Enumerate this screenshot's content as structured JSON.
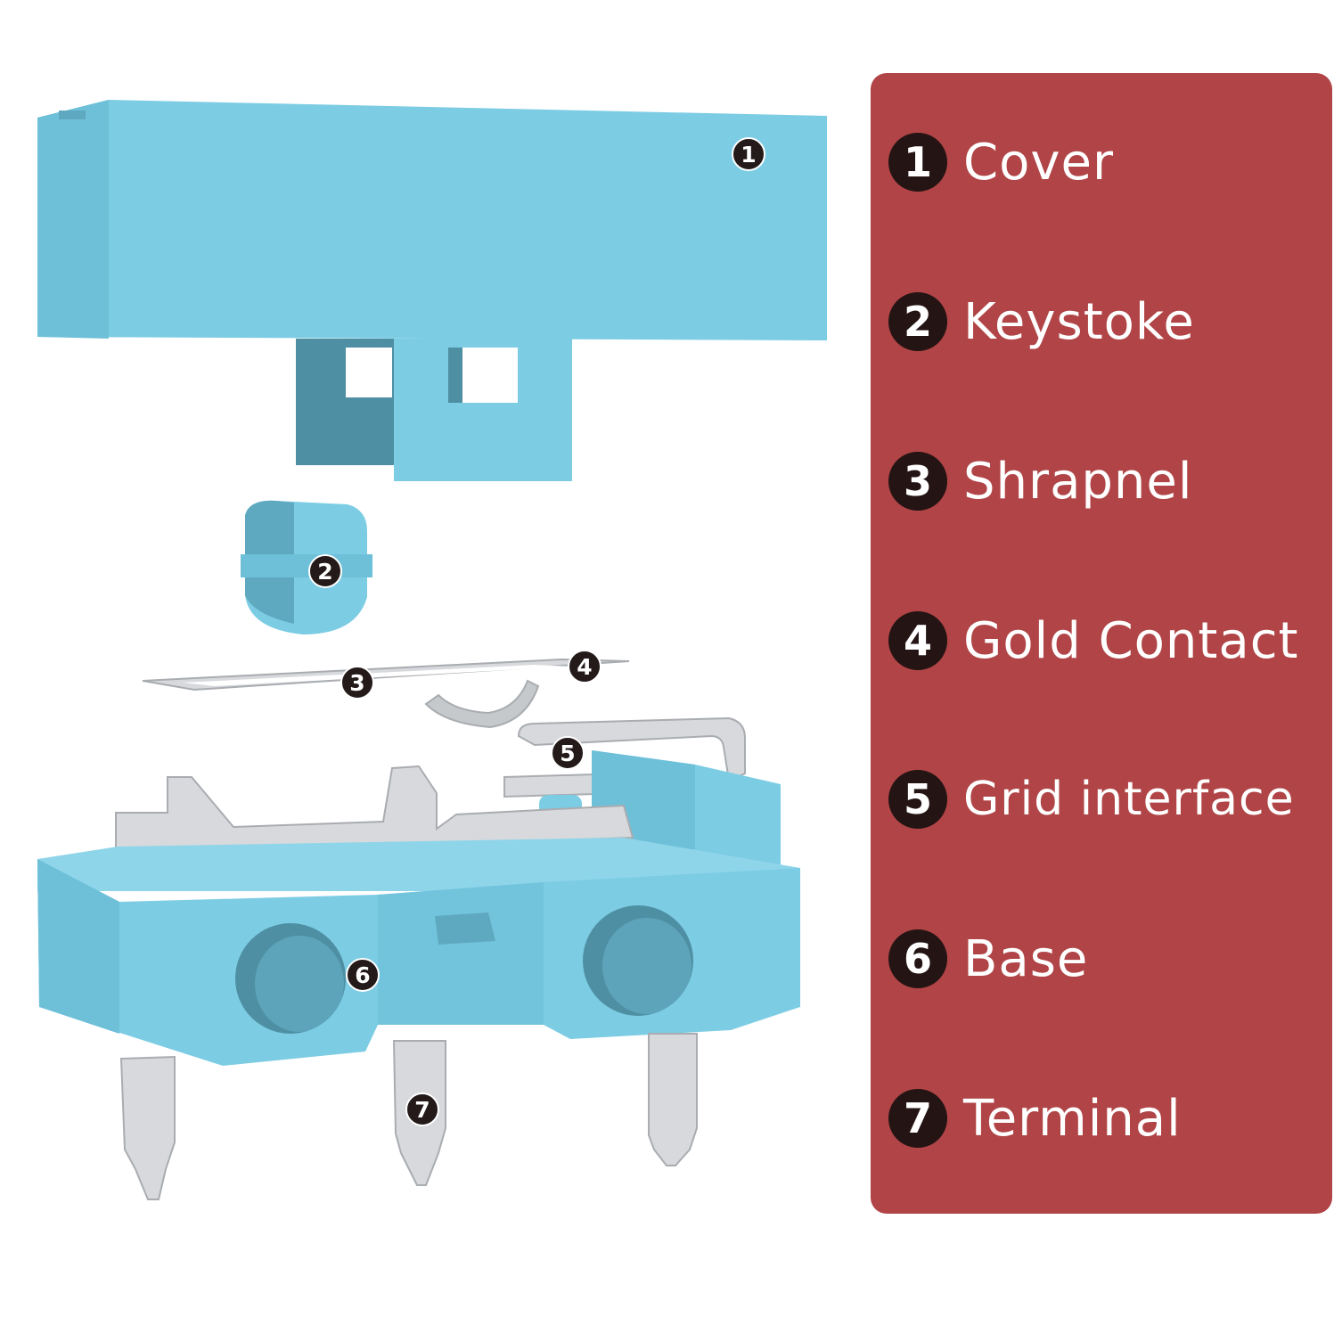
{
  "colors": {
    "part_blue": "#7ccce4",
    "part_blue_dark": "#5fa9c0",
    "part_shadow": "#4e8fa3",
    "metal": "#d7d9dc",
    "metal_dark": "#a9acb0",
    "panel": "#b04446",
    "badge": "#241414"
  },
  "callouts": [
    {
      "num": "1"
    },
    {
      "num": "2"
    },
    {
      "num": "3"
    },
    {
      "num": "4"
    },
    {
      "num": "5"
    },
    {
      "num": "6"
    },
    {
      "num": "7"
    }
  ],
  "legend": {
    "items": [
      {
        "num": "1",
        "label": "Cover"
      },
      {
        "num": "2",
        "label": "Keystoke"
      },
      {
        "num": "3",
        "label": "Shrapnel"
      },
      {
        "num": "4",
        "label": "Gold Contact"
      },
      {
        "num": "5",
        "label": "Grid interface"
      },
      {
        "num": "6",
        "label": "Base"
      },
      {
        "num": "7",
        "label": "Terminal"
      }
    ]
  }
}
